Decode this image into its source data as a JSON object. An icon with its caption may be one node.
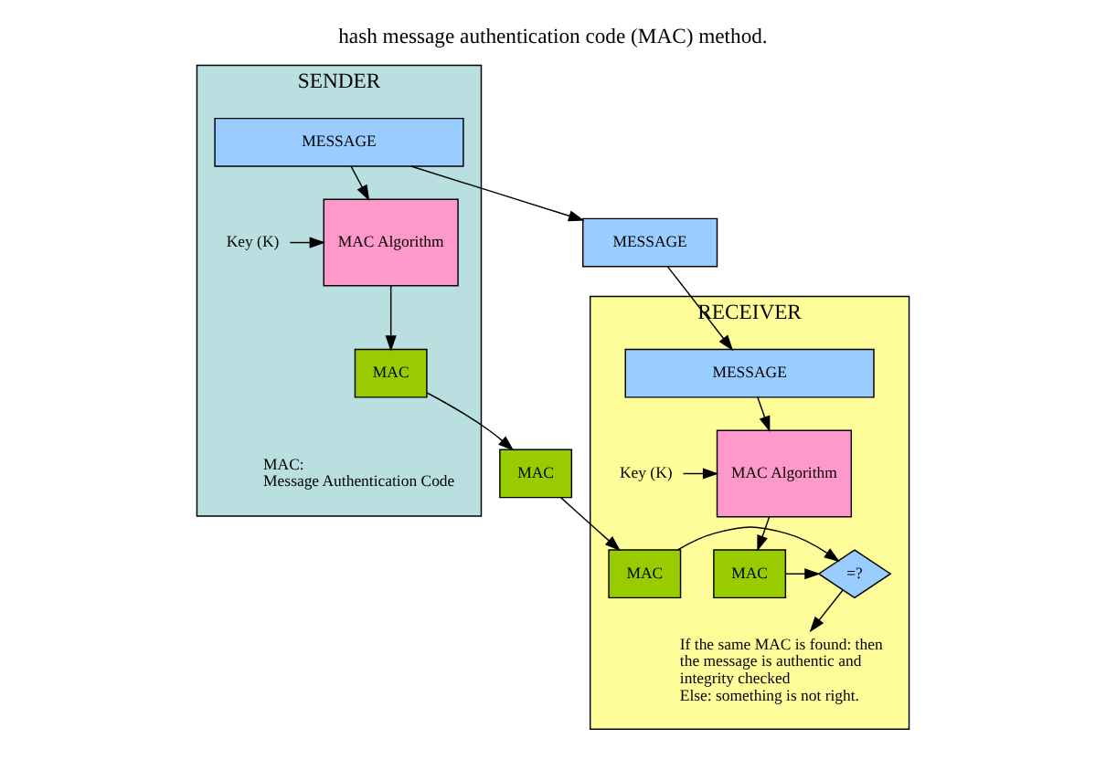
{
  "diagram": {
    "title": "hash message authentication code (MAC) method.",
    "nodes": [
      {
        "text": [
          "SENDER"
        ]
      },
      {
        "text": [
          "MESSAGE"
        ],
        "in": 0
      },
      {
        "text": [
          "Key (K)"
        ],
        "in": 0
      },
      {
        "text": [
          "MAC Algorithm"
        ],
        "in": 0
      },
      {
        "text": [
          "MAC"
        ],
        "in": 0
      },
      {
        "text": [
          "MESSAGE"
        ]
      },
      {
        "text": [
          "MAC"
        ]
      },
      {
        "text": [
          "RECEIVER"
        ]
      },
      {
        "text": [
          "MESSAGE"
        ],
        "in": 7
      },
      {
        "text": [
          "Key (K)"
        ],
        "in": 7
      },
      {
        "text": [
          "MAC Algorithm"
        ],
        "in": 7
      },
      {
        "text": [
          "MAC"
        ],
        "in": 7
      },
      {
        "text": [
          "=?"
        ],
        "in": 7
      },
      {
        "text": [
          "MAC"
        ],
        "in": 7
      },
      {
        "text": [
          "If the same MAC is found: then the message is authentic and integrity checked",
          "Else: something is not right."
        ],
        "in": 7
      }
    ],
    "edges": [
      {
        "from": 1,
        "to": 3,
        "arrow": "to"
      },
      {
        "from": 1,
        "to": 5,
        "arrow": "to"
      },
      {
        "from": 2,
        "to": 3,
        "arrow": "to"
      },
      {
        "from": 3,
        "to": 4,
        "arrow": "to"
      },
      {
        "from": 4,
        "to": 6,
        "arrow": "to"
      },
      {
        "from": 5,
        "to": 8,
        "arrow": "to"
      },
      {
        "from": 8,
        "to": 10,
        "arrow": "to"
      },
      {
        "from": 9,
        "to": 10,
        "arrow": "to"
      },
      {
        "from": 10,
        "to": 13,
        "arrow": "to"
      },
      {
        "from": 6,
        "to": 11,
        "arrow": "to"
      },
      {
        "from": 11,
        "to": 12,
        "arrow": "to"
      },
      {
        "from": 13,
        "to": 12,
        "arrow": "to"
      },
      {
        "from": 12,
        "to": 14,
        "arrow": "to"
      }
    ],
    "labels": [
      "MAC:",
      "Message Authentication Code"
    ]
  }
}
